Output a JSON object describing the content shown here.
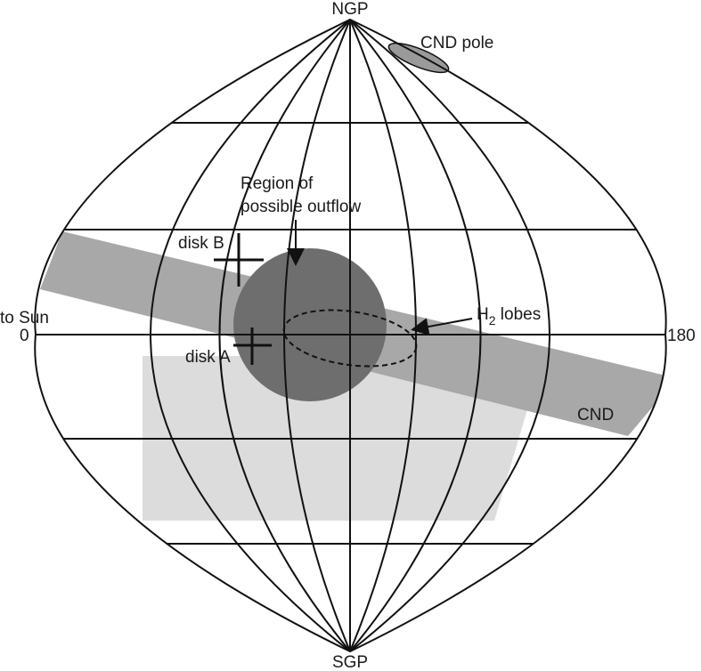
{
  "labels": {
    "north_pole": "NGP",
    "south_pole": "SGP",
    "cnd_pole": "CND pole",
    "outflow_line1": "Region of",
    "outflow_line2": "possible outflow",
    "disk_b": "disk B",
    "disk_a": "disk A",
    "to_sun": "to Sun",
    "lon_zero": "0",
    "lon_180": "180",
    "h2_main": "H",
    "h2_sub": "2",
    "h2_rest": " lobes",
    "cnd": "CND"
  },
  "colors": {
    "grid": "#111111",
    "cnd_band": "#a8a8a8",
    "outflow_region": "#6e6e6e",
    "lower_region": "#dcdcdc",
    "cnd_pole_patch": "#9a9a9a"
  }
}
